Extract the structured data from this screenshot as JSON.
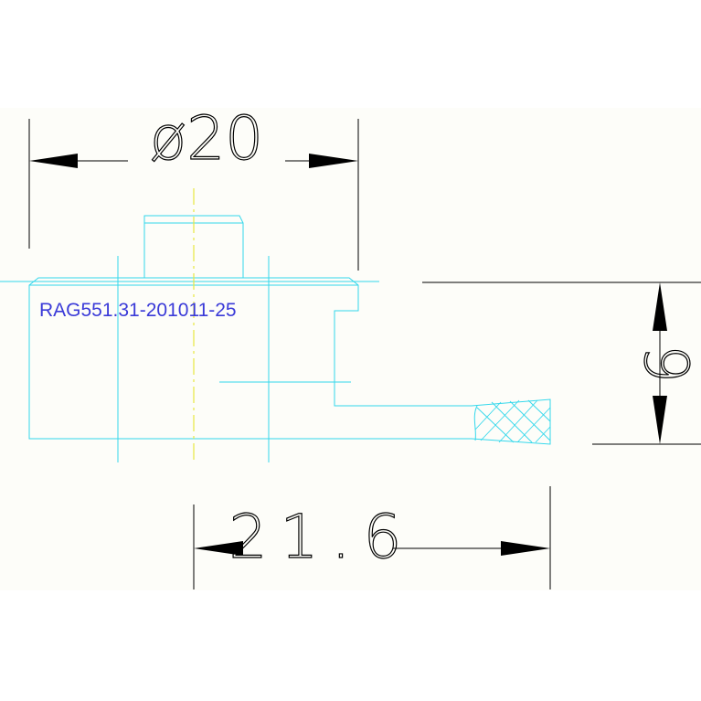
{
  "drawing": {
    "dimension_diameter": "ø20",
    "dimension_length": "21.6",
    "dimension_height": "9",
    "part_label": "RAG551.31-201011-25"
  },
  "colors": {
    "background": "#fdfdf9",
    "geometry": "#33d8ec",
    "centerline": "#e8e840",
    "dimension": "#000000",
    "label": "#3a3ad8"
  }
}
